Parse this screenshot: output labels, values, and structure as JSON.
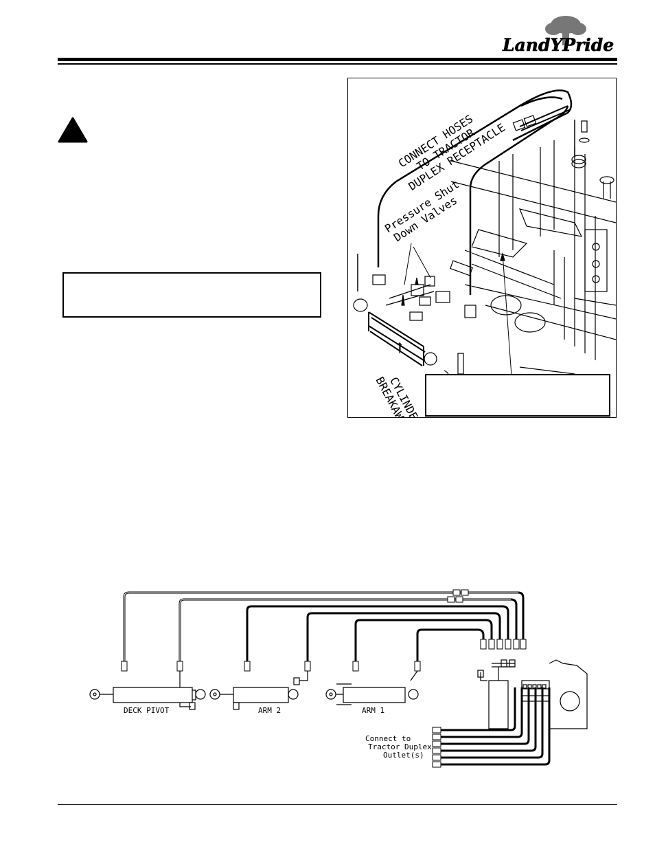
{
  "logo": {
    "brand": "LandYPride",
    "icon": "tree-icon"
  },
  "warning": {
    "icon": "warning-triangle-icon"
  },
  "figure1": {
    "label_hoses": [
      "CONNECT HOSES",
      "TO TRACTOR",
      "DUPLEX RECEPTACLE"
    ],
    "label_valves": [
      "Pressure Shut",
      "Down Valves"
    ],
    "label_cylinder": [
      "BREAKAWAY",
      "CYLINDER"
    ]
  },
  "figure2": {
    "deck_pivot": "DECK  PIVOT",
    "arm2": "ARM  2",
    "arm1": "ARM  1",
    "connect": [
      "Connect to",
      "Tractor Duplex",
      "Outlet(s)"
    ]
  }
}
